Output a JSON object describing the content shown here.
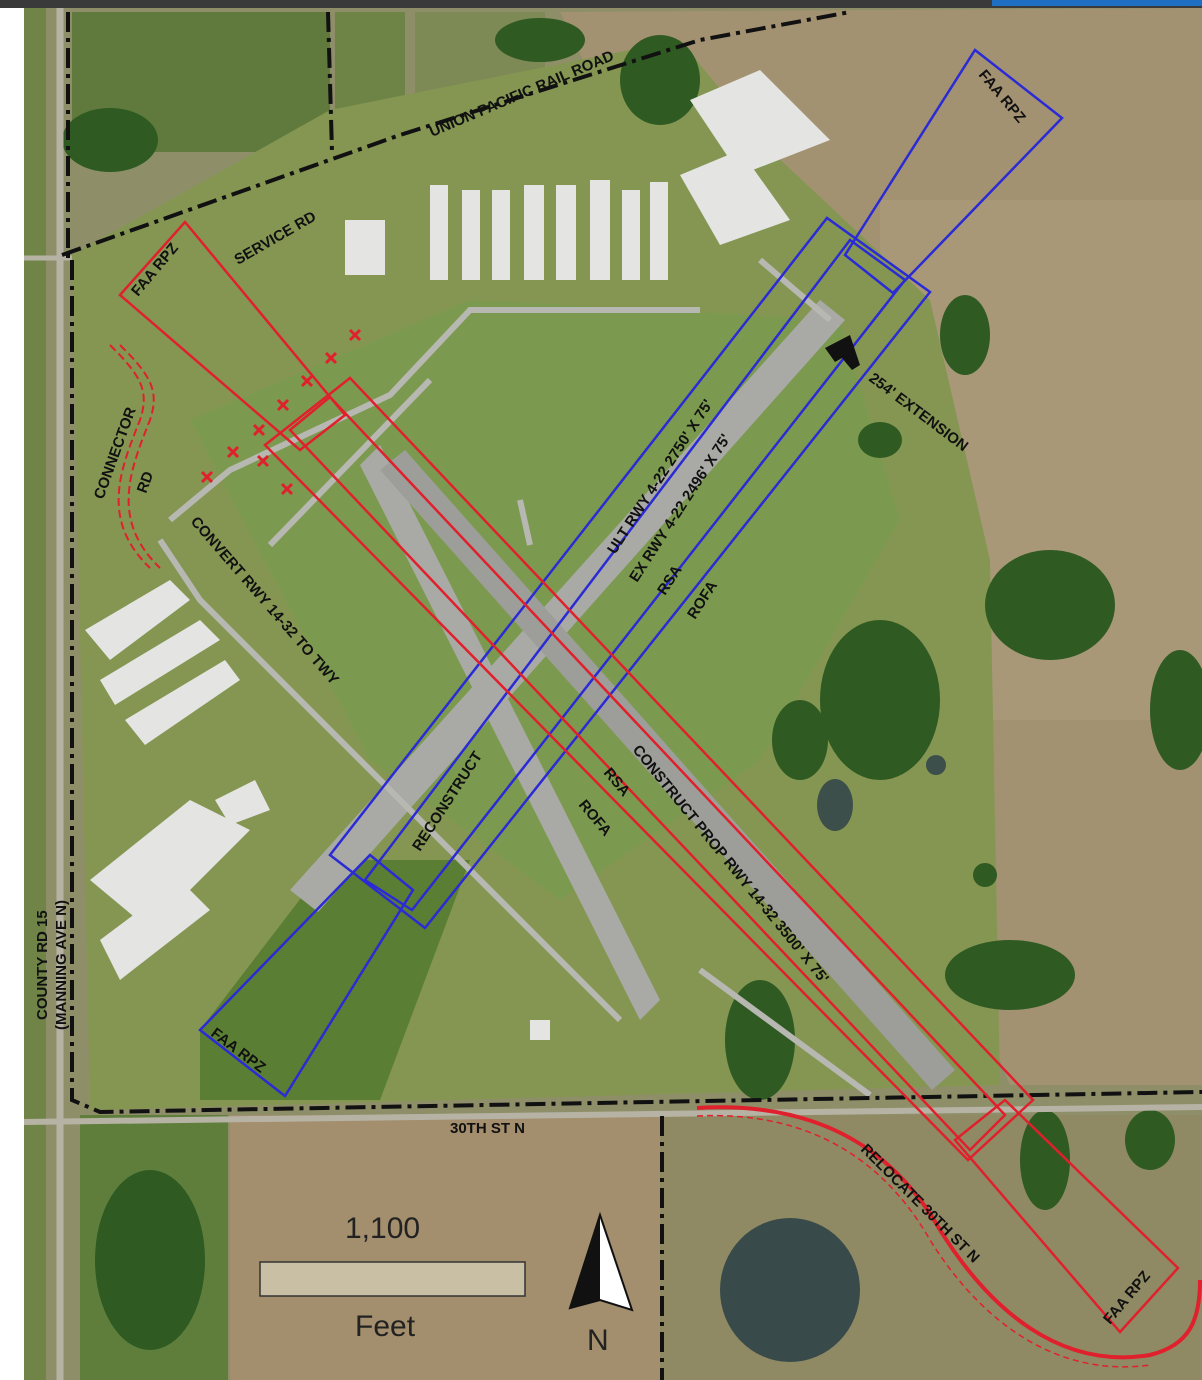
{
  "colors": {
    "field_dark": "#4d6b35",
    "field_light": "#8e9a62",
    "field_brown": "#a0926f",
    "grass": "#7a9a4e",
    "pavement": "#a9aaa6",
    "tree": "#2f5a22",
    "water": "#3b4a4a",
    "blue_outline": "#2b2bd6",
    "red_outline": "#e0202c",
    "boundary": "#111111",
    "scale_box_fill": "#c9bfa5"
  },
  "labels": {
    "railroad": "UNION PACIFIC RAIL ROAD",
    "service_rd": "SERVICE RD",
    "connector_rd_line1": "CONNECTOR",
    "connector_rd_line2": "RD",
    "convert_rwy": "CONVERT RWY 14-32 TO TWY",
    "ult_rwy": "ULT RWY 4-22 2750' X 75'",
    "ex_rwy": "EX RWY 4-22 2496' X 75'",
    "rsa_blue": "RSA",
    "rofa_blue": "ROFA",
    "extension": "254' EXTENSION",
    "reconstruct": "RECONSTRUCT",
    "rsa_red": "RSA",
    "rofa_red": "ROFA",
    "construct_prop": "CONSTRUCT PROP RWY 14-32 3500' X 75'",
    "relocate_30th": "RELOCATE 30TH ST N",
    "street_30th": "30TH ST N",
    "county_rd_line1": "COUNTY RD 15",
    "county_rd_line2": "(MANNING AVE N)",
    "faa_rpz_ne": "FAA RPZ",
    "faa_rpz_nw": "FAA RPZ",
    "faa_rpz_sw": "FAA RPZ",
    "faa_rpz_se": "FAA RPZ"
  },
  "scale_bar": {
    "distance": "1,100",
    "unit": "Feet"
  },
  "north_arrow": {
    "label": "N"
  }
}
